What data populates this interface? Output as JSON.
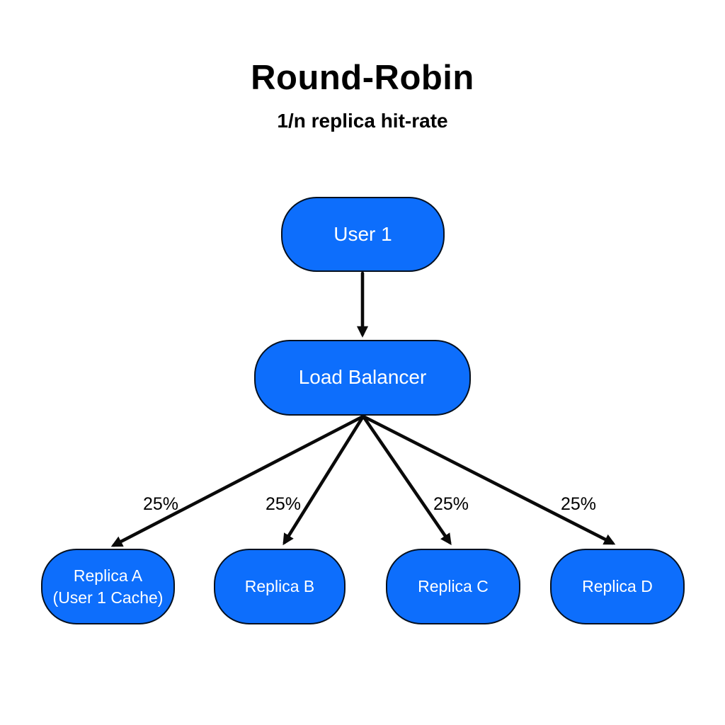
{
  "title": "Round-Robin",
  "subtitle": "1/n replica hit-rate",
  "colors": {
    "node_fill": "#0d6efc",
    "node_border": "#05101f",
    "node_text": "#ffffff",
    "arrow": "#0a0a0a",
    "heading_text": "#000000",
    "background": "#ffffff"
  },
  "nodes": {
    "user1": {
      "label": "User 1"
    },
    "load_balancer": {
      "label": "Load Balancer"
    },
    "replica_a": {
      "label": "Replica A",
      "sublabel": "(User 1 Cache)"
    },
    "replica_b": {
      "label": "Replica B"
    },
    "replica_c": {
      "label": "Replica C"
    },
    "replica_d": {
      "label": "Replica D"
    }
  },
  "edges": [
    {
      "from": "User 1",
      "to": "Load Balancer",
      "label": ""
    },
    {
      "from": "Load Balancer",
      "to": "Replica A",
      "label": "25%"
    },
    {
      "from": "Load Balancer",
      "to": "Replica B",
      "label": "25%"
    },
    {
      "from": "Load Balancer",
      "to": "Replica C",
      "label": "25%"
    },
    {
      "from": "Load Balancer",
      "to": "Replica D",
      "label": "25%"
    }
  ]
}
